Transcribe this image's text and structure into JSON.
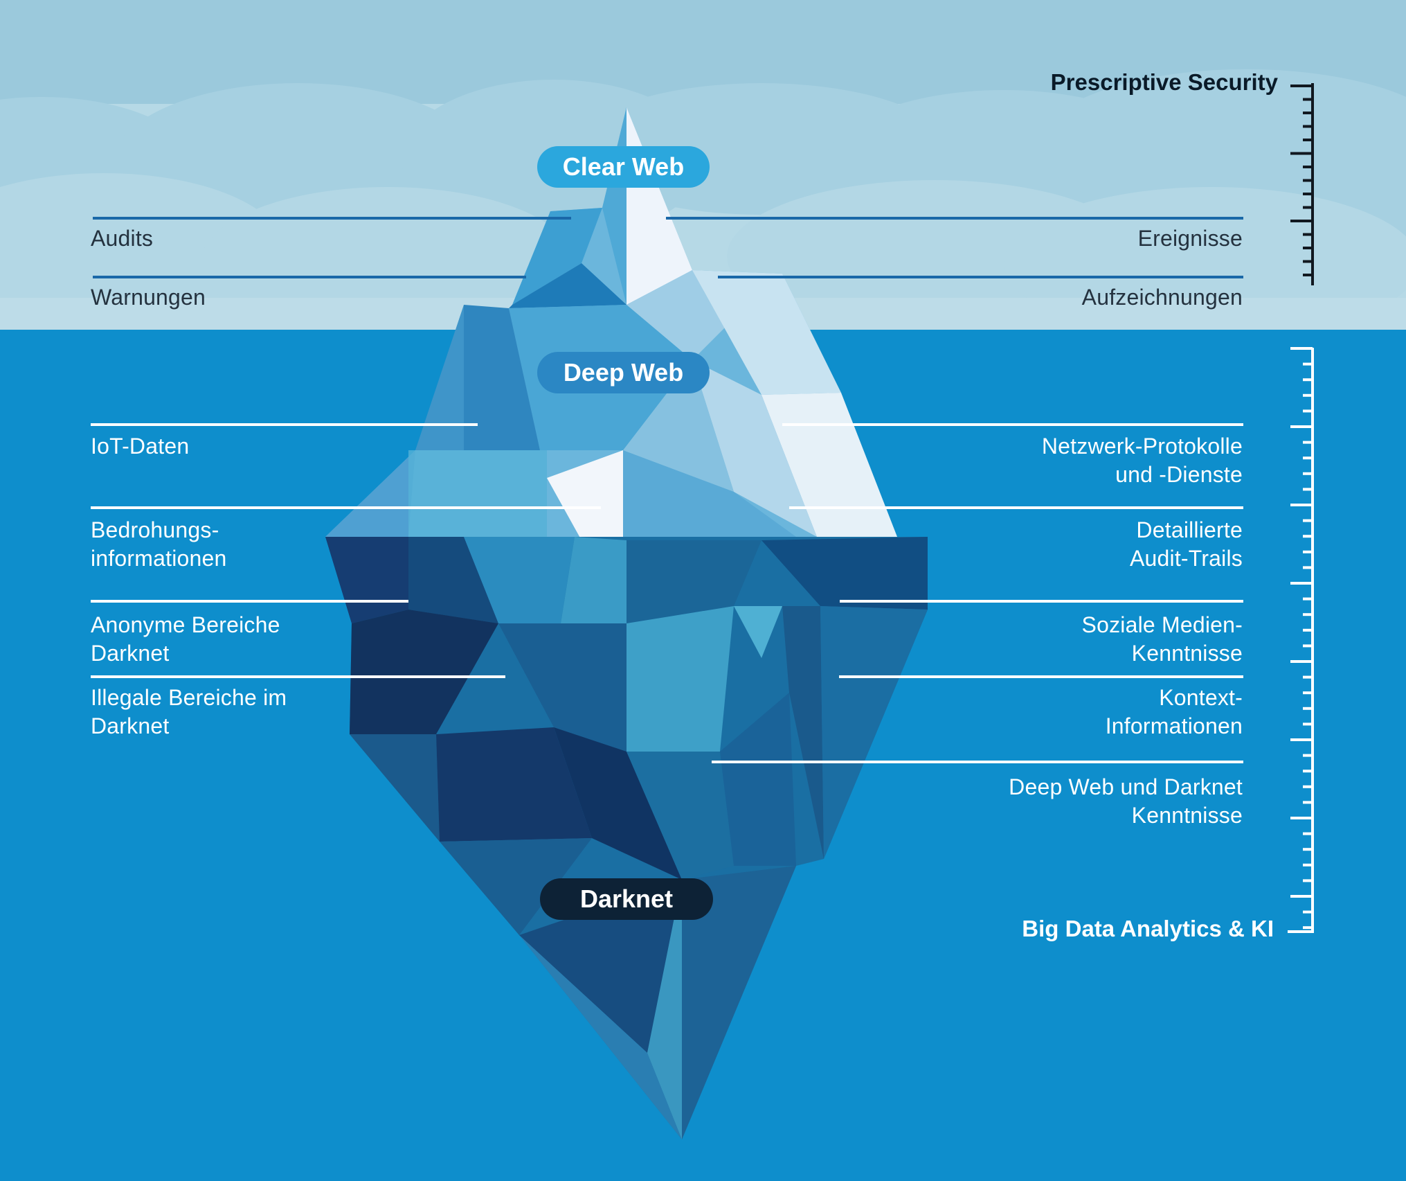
{
  "layers": {
    "clear_web": "Clear Web",
    "deep_web": "Deep Web",
    "darknet": "Darknet"
  },
  "scale": {
    "top": "Prescriptive Security",
    "bottom": "Big Data Analytics & KI"
  },
  "left_items": [
    "Audits",
    "Warnungen",
    "IoT-Daten",
    [
      "Bedrohungs-",
      "informationen"
    ],
    [
      "Anonyme Bereiche",
      "Darknet"
    ],
    [
      "Illegale Bereiche im",
      "Darknet"
    ]
  ],
  "right_items": [
    "Ereignisse",
    "Aufzeichnungen",
    [
      "Netzwerk-Protokolle",
      "und -Dienste"
    ],
    [
      "Detaillierte",
      "Audit-Trails"
    ],
    [
      "Soziale Medien-",
      "Kenntnisse"
    ],
    [
      "Kontext-",
      "Informationen"
    ],
    [
      "Deep Web und Darknet",
      "Kenntnisse"
    ]
  ],
  "colors": {
    "sky": "#b6d9e6",
    "sky_clouds": "#a2cddf",
    "water": "#0e8ecc",
    "clear_web_pill": "#2ba7dd",
    "deep_web_pill": "#2b87c4",
    "darknet_pill": "#0d2236",
    "line_sky": "#1a68a8",
    "line_water": "#ffffff"
  }
}
